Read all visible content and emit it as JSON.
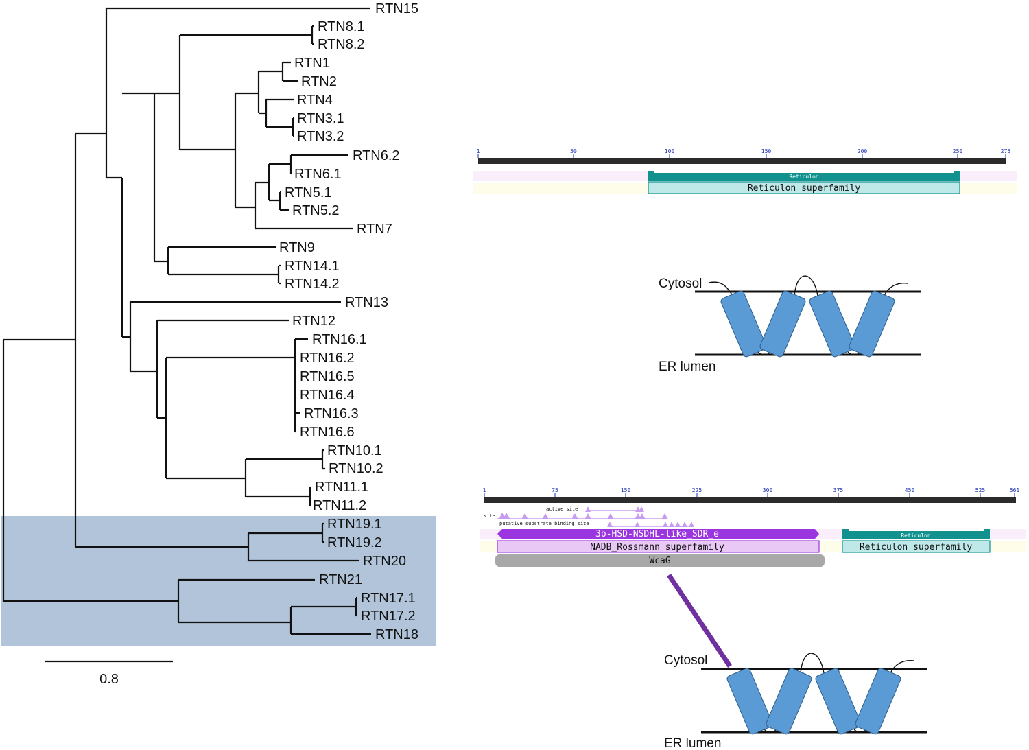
{
  "tree": {
    "leaves": [
      "RTN15",
      "RTN8.1",
      "RTN8.2",
      "RTN1",
      "RTN2",
      "RTN4",
      "RTN3.1",
      "RTN3.2",
      "RTN6.2",
      "RTN6.1",
      "RTN5.1",
      "RTN5.2",
      "RTN7",
      "RTN9",
      "RTN14.1",
      "RTN14.2",
      "RTN13",
      "RTN12",
      "RTN16.1",
      "RTN16.2",
      "RTN16.5",
      "RTN16.4",
      "RTN16.3",
      "RTN16.6",
      "RTN10.1",
      "RTN10.2",
      "RTN11.1",
      "RTN11.2",
      "RTN19.1",
      "RTN19.2",
      "RTN20",
      "RTN21",
      "RTN17.1",
      "RTN17.2",
      "RTN18"
    ],
    "scale_bar_label": "0.8",
    "highlight_color": "#b1c4d9"
  },
  "domain_panel_1": {
    "ticks": [
      "1",
      "50",
      "100",
      "150",
      "200",
      "250",
      "275"
    ],
    "specific_hit": "Reticulon",
    "superfamily": "Reticulon superfamily"
  },
  "domain_panel_2": {
    "ticks": [
      "1",
      "75",
      "150",
      "225",
      "300",
      "375",
      "450",
      "525",
      "561"
    ],
    "site_label": "site",
    "active_site_label": "active site",
    "substrate_site_label": "putative substrate binding site",
    "specific_hit": "3b-HSD-NSDHL-like_SDR_e",
    "superfamily": "NADB_Rossmann superfamily",
    "multidomain": "WcaG",
    "ret_specific_hit": "Reticulon",
    "ret_superfamily": "Reticulon superfamily"
  },
  "membrane_1": {
    "cytosol": "Cytosol",
    "lumen": "ER lumen"
  },
  "membrane_2": {
    "cytosol": "Cytosol",
    "lumen": "ER lumen"
  },
  "colors": {
    "helix": "#5b9bd5",
    "reticulon_dark": "#11928f",
    "reticulon_light": "#bfe8e8",
    "sdr_purple": "#9b35e0",
    "rossmann_light": "#e9c8f5",
    "wcag_gray": "#a8a8a8",
    "link_purple": "#7030a0"
  }
}
